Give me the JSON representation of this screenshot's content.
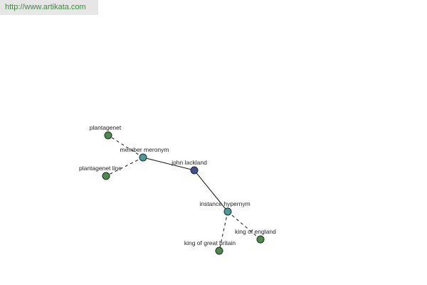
{
  "header": {
    "url": "http://www.artikata.com"
  },
  "colors": {
    "primary_node": "#3f4f96",
    "relation_node": "#4a9a9a",
    "leaf_node": "#4a8c4a",
    "node_stroke": "#2a2a2a",
    "edge": "#111111",
    "url_text": "#3c8a3c"
  },
  "graph": {
    "nodes": [
      {
        "id": "john_lackland",
        "label": "john lackland",
        "kind": "primary"
      },
      {
        "id": "member_meronym",
        "label": "member meronym",
        "kind": "relation"
      },
      {
        "id": "instance_hypernym",
        "label": "instance hypernym",
        "kind": "relation"
      },
      {
        "id": "plantagenet",
        "label": "plantagenet",
        "kind": "leaf"
      },
      {
        "id": "plantagenet_line",
        "label": "plantagenet line",
        "kind": "leaf"
      },
      {
        "id": "king_of_great_britain",
        "label": "king of great britain",
        "kind": "leaf"
      },
      {
        "id": "king_of_england",
        "label": "king of england",
        "kind": "leaf"
      }
    ],
    "edges": [
      {
        "from": "john_lackland",
        "to": "member_meronym",
        "style": "solid"
      },
      {
        "from": "john_lackland",
        "to": "instance_hypernym",
        "style": "solid"
      },
      {
        "from": "member_meronym",
        "to": "plantagenet",
        "style": "dashed"
      },
      {
        "from": "member_meronym",
        "to": "plantagenet_line",
        "style": "dashed"
      },
      {
        "from": "instance_hypernym",
        "to": "king_of_great_britain",
        "style": "dashed"
      },
      {
        "from": "instance_hypernym",
        "to": "king_of_england",
        "style": "dashed"
      }
    ]
  }
}
